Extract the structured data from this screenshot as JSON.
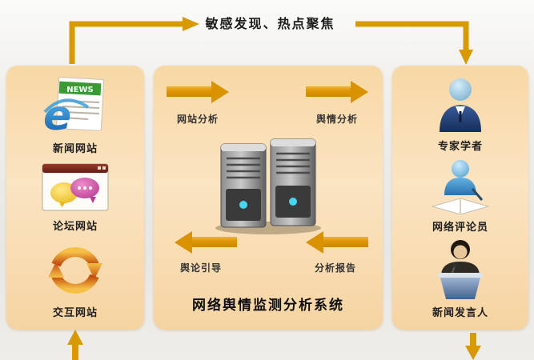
{
  "title": "敏感发现、热点聚焦",
  "colors": {
    "arrow": "#d99a00",
    "panel": "#f8d8a6",
    "ie_blue": "#1e78d0"
  },
  "left_panel": {
    "items": [
      {
        "label": "新闻网站",
        "icon": "news-browser-icon",
        "icon_text": "NEWS",
        "icon_glyph": "e"
      },
      {
        "label": "论坛网站",
        "icon": "forum-window-icon"
      },
      {
        "label": "交互网站",
        "icon": "circular-arrows-icon"
      }
    ]
  },
  "center_panel": {
    "caption": "网络舆情监测分析系统",
    "server_icon": "server-towers-icon",
    "flows": [
      {
        "label": "网站分析",
        "direction": "right"
      },
      {
        "label": "舆情分析",
        "direction": "right"
      },
      {
        "label": "舆论引导",
        "direction": "left"
      },
      {
        "label": "分析报告",
        "direction": "left"
      }
    ]
  },
  "right_panel": {
    "items": [
      {
        "label": "专家学者",
        "icon": "expert-person-icon"
      },
      {
        "label": "网络评论员",
        "icon": "commentator-person-icon"
      },
      {
        "label": "新闻发言人",
        "icon": "spokesperson-podium-icon"
      }
    ]
  }
}
